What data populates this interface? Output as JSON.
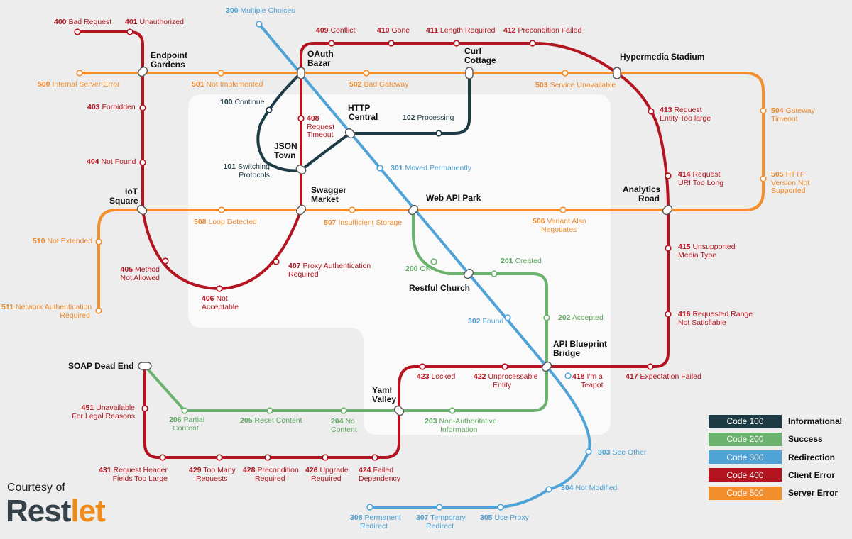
{
  "colors": {
    "c100": "#1d3b45",
    "c200": "#6ab26d",
    "c300": "#4fa3d6",
    "c400": "#b3141f",
    "c500": "#f28e2b"
  },
  "codes": {
    "100": {
      "num": "100",
      "text": "Continue"
    },
    "101": {
      "num": "101",
      "text": "Switching",
      "text2": "Protocols"
    },
    "102": {
      "num": "102",
      "text": "Processing"
    },
    "200": {
      "num": "200",
      "text": "OK"
    },
    "201": {
      "num": "201",
      "text": "Created"
    },
    "202": {
      "num": "202",
      "text": "Accepted"
    },
    "203": {
      "num": "203",
      "text": "Non-Authoritative",
      "text2": "Information"
    },
    "204": {
      "num": "204",
      "text": "No",
      "text2": "Content"
    },
    "205": {
      "num": "205",
      "text": "Reset Content"
    },
    "206": {
      "num": "206",
      "text": "Partial",
      "text2": "Content"
    },
    "300": {
      "num": "300",
      "text": "Multiple Choices"
    },
    "301": {
      "num": "301",
      "text": "Moved Permanently"
    },
    "302": {
      "num": "302",
      "text": "Found"
    },
    "303": {
      "num": "303",
      "text": "See Other"
    },
    "304": {
      "num": "304",
      "text": "Not Modified"
    },
    "305": {
      "num": "305",
      "text": "Use Proxy"
    },
    "307": {
      "num": "307",
      "text": "Temporary",
      "text2": "Redirect"
    },
    "308": {
      "num": "308",
      "text": "Permanent",
      "text2": "Redirect"
    },
    "400": {
      "num": "400",
      "text": "Bad Request"
    },
    "401": {
      "num": "401",
      "text": "Unauthorized"
    },
    "403": {
      "num": "403",
      "text": "Forbidden"
    },
    "404": {
      "num": "404",
      "text": "Not Found"
    },
    "405": {
      "num": "405",
      "text": "Method",
      "text2": "Not Allowed"
    },
    "406": {
      "num": "406",
      "text": "Not",
      "text2": "Acceptable"
    },
    "407": {
      "num": "407",
      "text": "Proxy Authentication",
      "text2": "Required"
    },
    "408": {
      "num": "408",
      "text": "Request",
      "text2": "Timeout"
    },
    "409": {
      "num": "409",
      "text": "Conflict"
    },
    "410": {
      "num": "410",
      "text": "Gone"
    },
    "411": {
      "num": "411",
      "text": "Length Required"
    },
    "412": {
      "num": "412",
      "text": "Precondition Failed"
    },
    "413": {
      "num": "413",
      "text": "Request",
      "text2": "Entity Too large"
    },
    "414": {
      "num": "414",
      "text": "Request",
      "text2": "URI Too Long"
    },
    "415": {
      "num": "415",
      "text": "Unsupported",
      "text2": "Media Type"
    },
    "416": {
      "num": "416",
      "text": "Requested Range",
      "text2": "Not Satisfiable"
    },
    "417": {
      "num": "417",
      "text": "Expectation Failed"
    },
    "418": {
      "num": "418",
      "text": "I'm a",
      "text2": "Teapot"
    },
    "422": {
      "num": "422",
      "text": "Unprocessable",
      "text2": "Entity"
    },
    "423": {
      "num": "423",
      "text": "Locked"
    },
    "424": {
      "num": "424",
      "text": "Failed",
      "text2": "Dependency"
    },
    "426": {
      "num": "426",
      "text": "Upgrade",
      "text2": "Required"
    },
    "428": {
      "num": "428",
      "text": "Precondition",
      "text2": "Required"
    },
    "429": {
      "num": "429",
      "text": "Too Many",
      "text2": "Requests"
    },
    "431": {
      "num": "431",
      "text": "Request Header",
      "text2": "Fields Too Large"
    },
    "451": {
      "num": "451",
      "text": "Unavailable",
      "text2": "For Legal Reasons"
    },
    "500": {
      "num": "500",
      "text": "Internal Server Error"
    },
    "501": {
      "num": "501",
      "text": "Not Implemented"
    },
    "502": {
      "num": "502",
      "text": "Bad Gateway"
    },
    "503": {
      "num": "503",
      "text": "Service Unavailable"
    },
    "504": {
      "num": "504",
      "text": "Gateway",
      "text2": "Timeout"
    },
    "505": {
      "num": "505",
      "text": "HTTP",
      "text2": "Version Not",
      "text3": "Supported"
    },
    "506": {
      "num": "506",
      "text": "Variant Also",
      "text2": "Negotiates"
    },
    "507": {
      "num": "507",
      "text": "Insufficient Storage"
    },
    "508": {
      "num": "508",
      "text": "Loop Detected"
    },
    "510": {
      "num": "510",
      "text": "Not Extended"
    },
    "511": {
      "num": "511",
      "text": "Network Authentication",
      "text2": "Required"
    }
  },
  "hubs": {
    "endpoint_gardens": [
      "Endpoint",
      "Gardens"
    ],
    "oauth_bazar": [
      "OAuth",
      "Bazar"
    ],
    "curl_cottage": [
      "Curl",
      "Cottage"
    ],
    "hypermedia_stadium": [
      "Hypermedia Stadium"
    ],
    "http_central": [
      "HTTP",
      "Central"
    ],
    "json_town": [
      "JSON",
      "Town"
    ],
    "iot_square": [
      "IoT",
      "Square"
    ],
    "swagger_market": [
      "Swagger",
      "Market"
    ],
    "web_api_park": [
      "Web API Park"
    ],
    "analytics_road": [
      "Analytics",
      "Road"
    ],
    "restful_church": [
      "Restful Church"
    ],
    "api_blueprint_bridge": [
      "API Blueprint",
      "Bridge"
    ],
    "soap_dead_end": [
      "SOAP Dead End"
    ],
    "yaml_valley": [
      "Yaml",
      "Valley"
    ]
  },
  "legend": [
    {
      "label": "Code 100",
      "name": "Informational",
      "color": "#1d3b45"
    },
    {
      "label": "Code 200",
      "name": "Success",
      "color": "#6ab26d"
    },
    {
      "label": "Code 300",
      "name": "Redirection",
      "color": "#4fa3d6"
    },
    {
      "label": "Code 400",
      "name": "Client Error",
      "color": "#b3141f"
    },
    {
      "label": "Code 500",
      "name": "Server Error",
      "color": "#f28e2b"
    }
  ],
  "credit": {
    "courtesy": "Courtesy of",
    "logo_a": "Rest",
    "logo_b": "let"
  }
}
